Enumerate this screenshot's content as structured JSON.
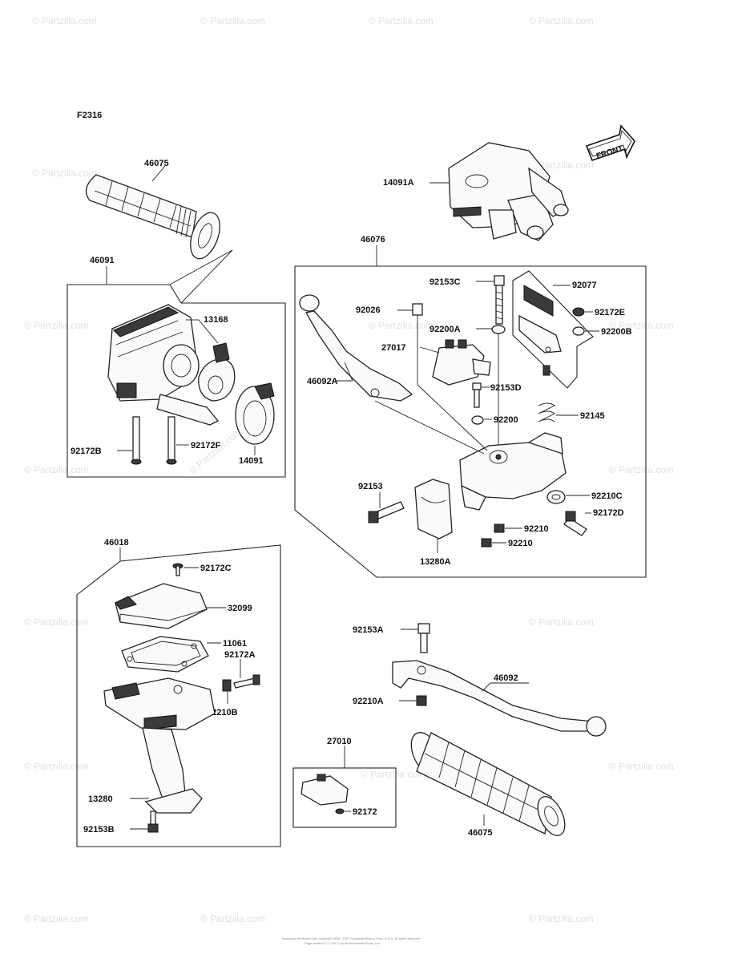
{
  "figure_code": "F2316",
  "front_arrow_text": "FRONT",
  "watermark_text": "© Partzilla.com",
  "footer_lines": [
    "Kawasaki labels and part copyright 1995 - 2017 Kawasaki Motors Corp. U.S.A. All rights reserved.",
    "Page created (7-7-2017) by MotorPartsAndTools, Inc."
  ],
  "part_labels": {
    "p46075_top": "46075",
    "p14091A": "14091A",
    "p46091": "46091",
    "p13168": "13168",
    "p92172B": "92172B",
    "p92172F": "92172F",
    "p14091": "14091",
    "p46076": "46076",
    "p92153C": "92153C",
    "p92077": "92077",
    "p92026": "92026",
    "p92172E": "92172E",
    "p92200A": "92200A",
    "p92200B": "92200B",
    "p27017": "27017",
    "p46092A": "46092A",
    "p92153D": "92153D",
    "p92200": "92200",
    "p92145": "92145",
    "p92153": "92153",
    "p92210C": "92210C",
    "p92172D": "92172D",
    "p92210a": "92210",
    "p92210b": "92210",
    "p13280A": "13280A",
    "p46018": "46018",
    "p92172C": "92172C",
    "p32099": "32099",
    "p11061": "11061",
    "p92172A": "92172A",
    "p92210B": "92210B",
    "p13280": "13280",
    "p92153B": "92153B",
    "p92153A": "92153A",
    "p46092": "46092",
    "p92210A": "92210A",
    "p27010": "27010",
    "p92172": "92172",
    "p46075_bottom": "46075"
  }
}
